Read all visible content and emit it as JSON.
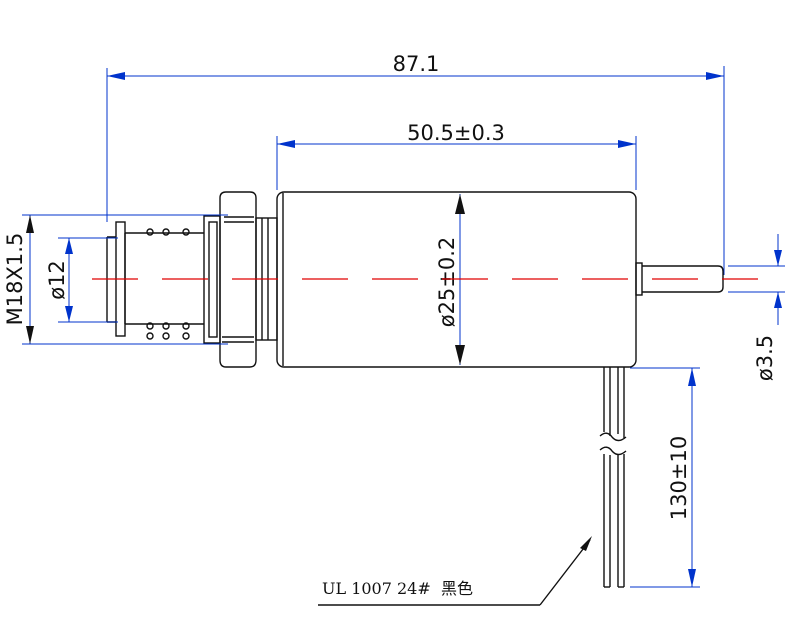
{
  "drawing": {
    "dimensions": {
      "overall_length": "87.1",
      "body_length": "50.5±0.3",
      "body_diameter": "ø25±0.2",
      "thread": "M18X1.5",
      "plunger_diameter": "ø12",
      "shaft_diameter": "ø3.5",
      "lead_length": "130±10"
    },
    "wire_label": "UL 1007 24#  黑色",
    "colors": {
      "outline": "#111111",
      "dimension_line": "#0033cc",
      "centerline": "#e00000"
    }
  }
}
